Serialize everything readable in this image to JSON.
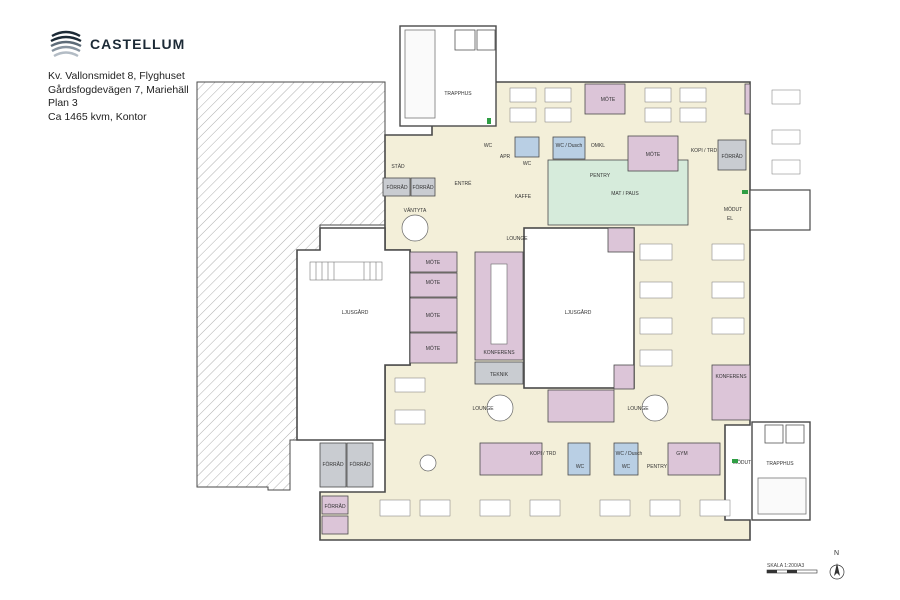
{
  "brand": {
    "name": "CASTELLUM",
    "logo_icon": "castellum-wave-logo-icon"
  },
  "property": {
    "line1": "Kv. Vallonsmidet 8, Flyghuset",
    "line2": "Gårdsfogdevägen 7, Mariehäll",
    "line3": "Plan 3",
    "line4": "Ca 1465 kvm, Kontor"
  },
  "colors": {
    "office_floor": "#f3efd9",
    "meeting_room": "#dcc5d8",
    "pentry": "#d6ebdb",
    "wc": "#b9cfe4",
    "service": "#c9ccd1",
    "courtyard": "#ffffff",
    "wall": "#4a4a4a",
    "hatch": "#9a9a9a"
  },
  "labels": {
    "trapphus_north": "TRAPPHUS",
    "trapphus_east": "TRAPPHUS",
    "ljusgard_west": "LJUSGÅRD",
    "ljusgard_center": "LJUSGÅRD",
    "mote_1": "MÖTE",
    "mote_2": "MÖTE",
    "mote_3": "MÖTE",
    "mote_4": "MÖTE",
    "mote_5": "MÖTE",
    "mote_6": "MÖTE",
    "forrad_1": "FÖRRÅD",
    "forrad_2": "FÖRRÅD",
    "forrad_3": "FÖRRÅD",
    "forrad_4": "FÖRRÅD",
    "forrad_5": "FÖRRÅD",
    "forrad_6": "FÖRRÅD",
    "entre": "ENTRÉ",
    "vantyta": "VÄNTYTA",
    "lounge_1": "LOUNGE",
    "lounge_2": "LOUNGE",
    "lounge_3": "LOUNGE",
    "pentry": "PENTRY",
    "mat_paus": "MAT / PAUS",
    "konferens_1": "KONFERENS",
    "konferens_2": "KONFERENS",
    "teknik": "TEKNIK",
    "kopi_1": "KOPI / TRD",
    "kopi_2": "KOPI / TRD",
    "wc_1": "WC",
    "wc_2": "WC",
    "wc_3": "WC",
    "wc_4": "WC",
    "wc_dusch_1": "WC / Dusch",
    "wc_dusch_2": "WC / Dusch",
    "omkl": "OMKL",
    "stad": "STÄD",
    "el": "EL",
    "apr": "APR",
    "kaffe": "KAFFE",
    "gym": "GYM",
    "pentry_small": "PENTRY",
    "modut_1": "MÖDUT",
    "modut_2": "MÖDUT",
    "scale": "SKALA 1:200/A3",
    "north": "N"
  }
}
